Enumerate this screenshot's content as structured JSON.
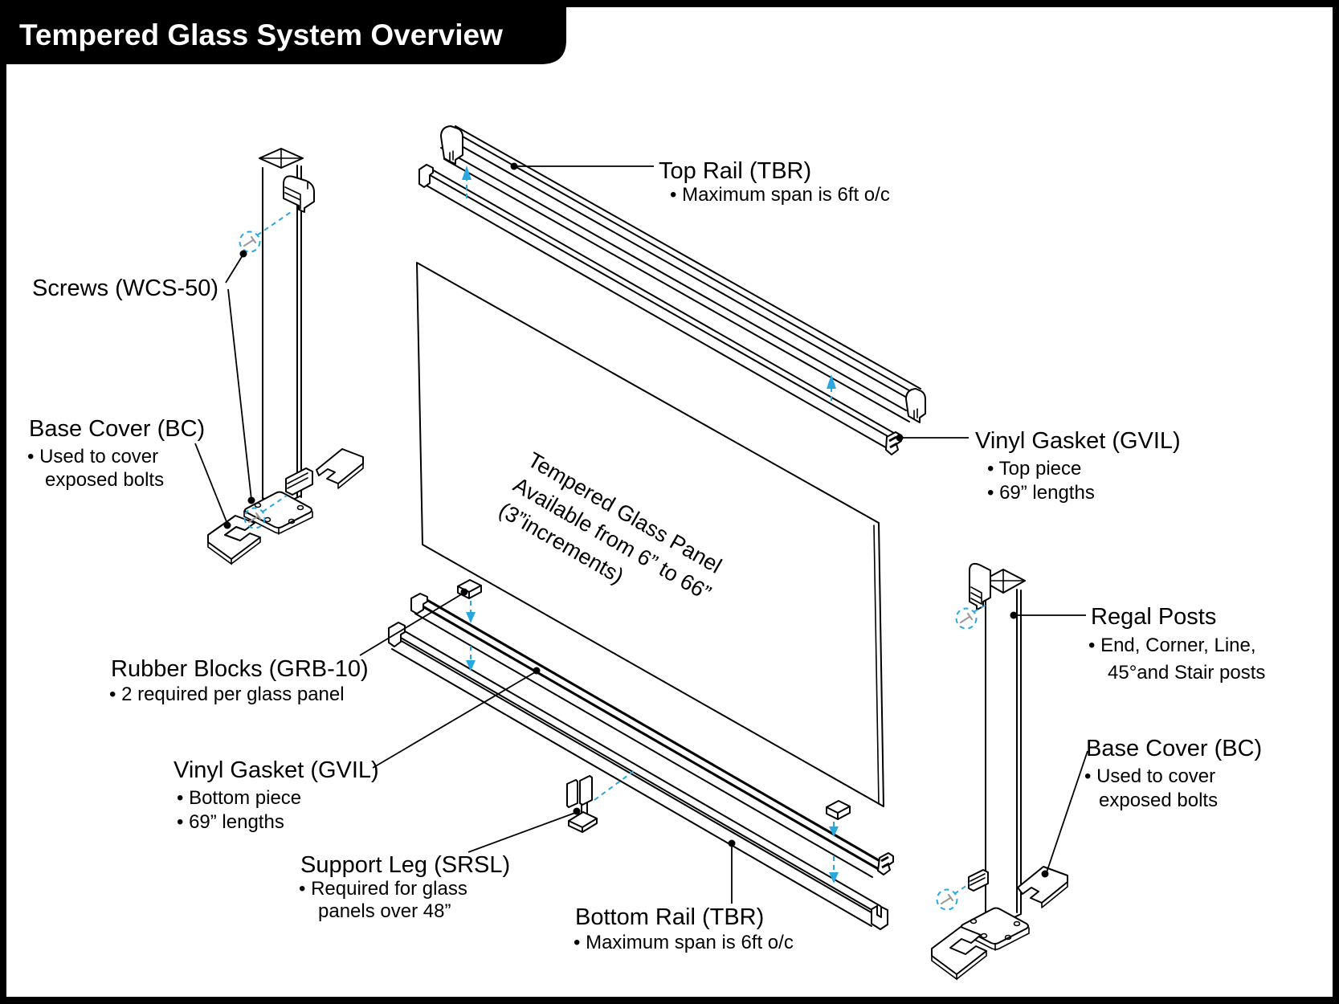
{
  "title": "Tempered Glass System Overview",
  "labels": {
    "screws": {
      "title": "Screws (WCS-50)"
    },
    "base_cover_left": {
      "title": "Base Cover (BC)",
      "line1": "• Used to cover",
      "line2": "exposed bolts"
    },
    "top_rail": {
      "title": "Top Rail (TBR)",
      "line1": "• Maximum span is 6ft o/c"
    },
    "vinyl_gasket_top": {
      "title": "Vinyl Gasket (GVIL)",
      "line1": "• Top piece",
      "line2": "• 69” lengths"
    },
    "glass_panel": {
      "line1": "Tempered Glass Panel",
      "line2": "Available from 6” to 66”",
      "line3": "(3”increments)"
    },
    "rubber_blocks": {
      "title": "Rubber Blocks (GRB-10)",
      "line1": "• 2 required per glass panel"
    },
    "vinyl_gasket_bottom": {
      "title": "Vinyl Gasket (GVIL)",
      "line1": "• Bottom piece",
      "line2": "• 69” lengths"
    },
    "support_leg": {
      "title": "Support Leg (SRSL)",
      "line1": "• Required for glass",
      "line2": "panels over 48”"
    },
    "bottom_rail": {
      "title": "Bottom Rail (TBR)",
      "line1": "• Maximum span is 6ft o/c"
    },
    "regal_posts": {
      "title": "Regal Posts",
      "line1": "• End, Corner, Line,",
      "line2": "45°and Stair posts"
    },
    "base_cover_right": {
      "title": "Base Cover (BC)",
      "line1": "• Used to cover",
      "line2": "exposed bolts"
    }
  },
  "colors": {
    "accent_blue": "#29A8E0",
    "line": "#000000",
    "frame": "#000000",
    "background": "#ffffff"
  }
}
